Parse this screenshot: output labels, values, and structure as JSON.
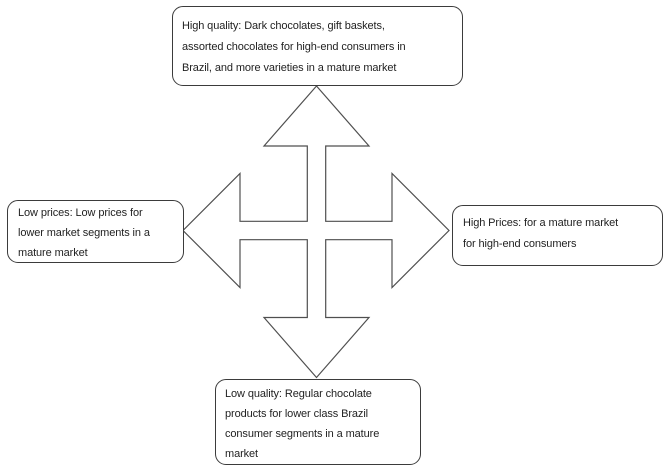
{
  "diagram": {
    "type": "four-way-arrow-quadrant",
    "arrow_icon": "four-way-arrow",
    "colors": {
      "background": "#ffffff",
      "box_fill": "#ffffff",
      "box_border": "#3b3b3b",
      "arrow_outline": "#4f4f4f",
      "text": "#1f1f1f"
    },
    "boxes": {
      "top": {
        "lines": [
          "High quality: Dark chocolates, gift baskets,",
          "assorted chocolates for high-end consumers in",
          "Brazil, and more varieties in a mature market"
        ]
      },
      "left": {
        "lines": [
          "Low prices: Low prices for",
          "lower market segments in a",
          "mature market"
        ]
      },
      "right": {
        "lines": [
          "High Prices: for a mature market",
          "for high-end consumers"
        ]
      },
      "bottom": {
        "lines": [
          "Low quality: Regular chocolate",
          "products for lower class Brazil",
          "consumer segments in a mature",
          "market"
        ]
      }
    }
  }
}
